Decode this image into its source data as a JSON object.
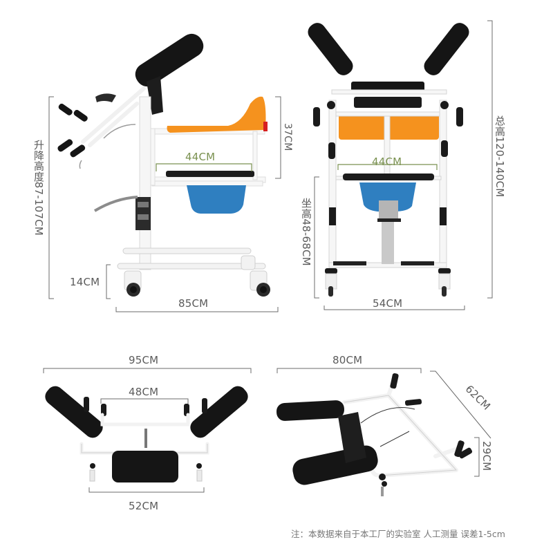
{
  "side_view": {
    "lift_height_label": "升降高度87-107CM",
    "backrest_height_label": "37CM",
    "seat_width_label": "44CM",
    "base_clearance_label": "14CM",
    "length_label": "85CM"
  },
  "front_view": {
    "total_height_label": "总高120-140CM",
    "seat_height_label": "坐高48-68CM",
    "seat_width_label": "44CM",
    "width_label": "54CM"
  },
  "top_view": {
    "armrest_span_label": "95CM",
    "inner_handle_span_label": "48CM",
    "base_width_label": "52CM"
  },
  "folded_view": {
    "length_label": "80CM",
    "diagonal_label": "62CM",
    "height_label": "29CM"
  },
  "footnote": "注：本数据来自于本工厂的实验室 人工测量 误差1-5cm",
  "colors": {
    "dimension_line": "#6b6b6b",
    "dimension_text": "#5b5b5b",
    "seat_width_accent": "#7a9150",
    "seat_orange": "#f5921e",
    "bucket_blue": "#2f7fc0",
    "pad_black": "#151515",
    "frame_white": "#f4f4f4"
  }
}
